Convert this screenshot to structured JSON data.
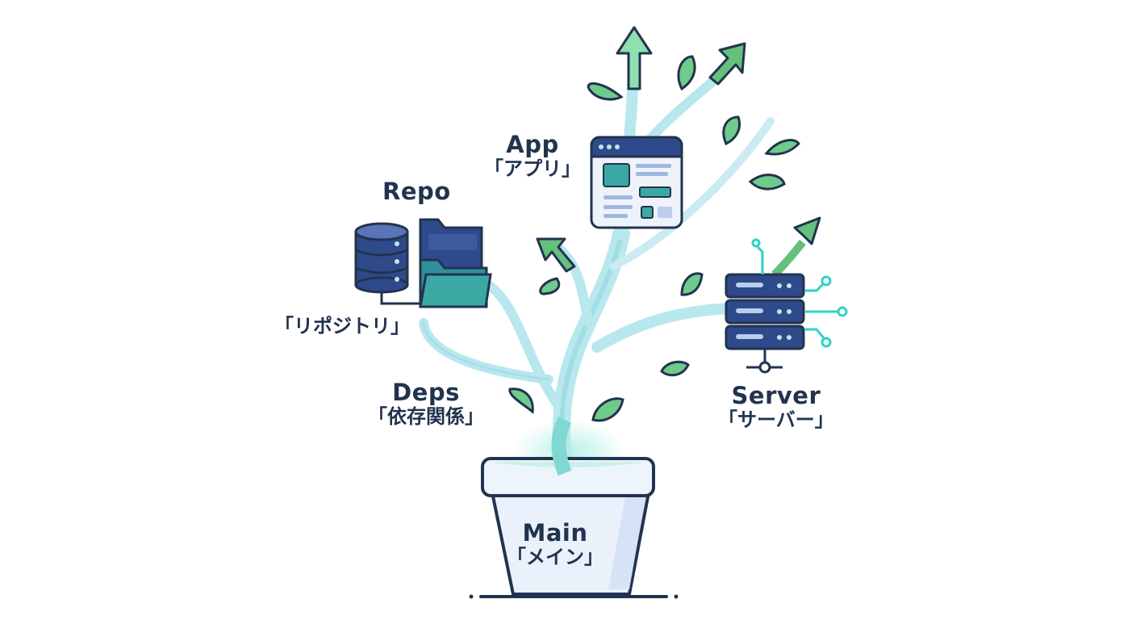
{
  "colors": {
    "ink": "#22334f",
    "navy": "#2f4a8a",
    "teal": "#3aa9a4",
    "green": "#66c07d",
    "leaf": "#6ecb8a",
    "stem": "#b9e7ee",
    "pot": "#eaf1fb",
    "cyan": "#2fd3c3"
  },
  "icons": [
    "database-icon",
    "folder-icon",
    "app-window-icon",
    "server-rack-icon",
    "flowerpot-icon",
    "growth-arrow-icon",
    "leaf-icon"
  ],
  "labels": {
    "app": {
      "en": "App",
      "jp": "「アプリ」"
    },
    "repo": {
      "en": "Repo",
      "jp": "「リポジトリ」"
    },
    "deps": {
      "en": "Deps",
      "jp": "「依存関係」"
    },
    "server": {
      "en": "Server",
      "jp": "「サーバー」"
    },
    "main": {
      "en": "Main",
      "jp": "「メイン」"
    }
  }
}
